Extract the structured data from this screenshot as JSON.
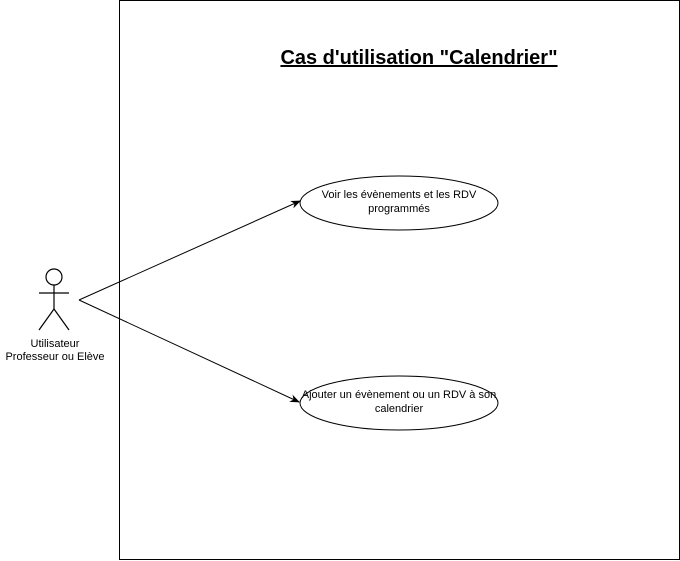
{
  "title": "Cas d'utilisation \"Calendrier\"",
  "actor": {
    "line1": "Utilisateur",
    "line2": "Professeur ou Elève"
  },
  "use_cases": [
    {
      "label": "Voir les évènements et les RDV programmés"
    },
    {
      "label": "Ajouter un évènement ou un RDV à son calendrier"
    }
  ],
  "colors": {
    "stroke": "#000000",
    "fill": "#ffffff",
    "text": "#000000"
  }
}
